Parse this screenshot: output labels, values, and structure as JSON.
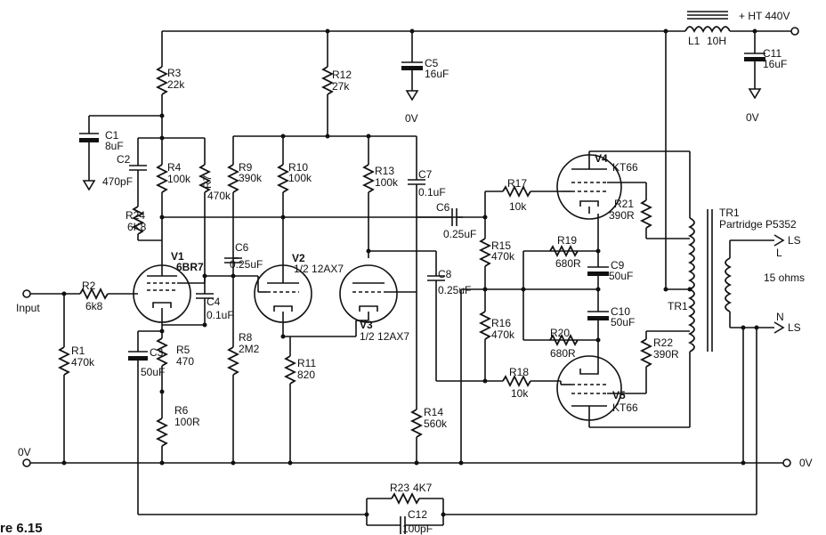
{
  "figure_label": "re 6.15",
  "supply": {
    "ht_label": "+ HT 440V",
    "choke_ref": "L1",
    "choke_value": "10H",
    "zero_v": "0V"
  },
  "terminals": {
    "input": "Input",
    "left_0v": "0V",
    "right_0v": "0V",
    "ls_plus": "LS",
    "ls_plus_mark": "L",
    "ls_minus": "LS",
    "ls_minus_mark": "N",
    "impedance": "15 ohms"
  },
  "resistors": [
    {
      "ref": "R1",
      "value": "470k"
    },
    {
      "ref": "R2",
      "value": "6k8"
    },
    {
      "ref": "R3",
      "value": "22k"
    },
    {
      "ref": "R4",
      "value": "100k"
    },
    {
      "ref": "R5",
      "value": "470"
    },
    {
      "ref": "R6",
      "value": "100R"
    },
    {
      "ref": "R7",
      "value": "470k"
    },
    {
      "ref": "R8",
      "value": "2M2"
    },
    {
      "ref": "R9",
      "value": "390k"
    },
    {
      "ref": "R10",
      "value": "100k"
    },
    {
      "ref": "R11",
      "value": "820"
    },
    {
      "ref": "R12",
      "value": "27k"
    },
    {
      "ref": "R13",
      "value": "100k"
    },
    {
      "ref": "R14",
      "value": "560k"
    },
    {
      "ref": "R15",
      "value": "470k"
    },
    {
      "ref": "R16",
      "value": "470k"
    },
    {
      "ref": "R17",
      "value": "10k"
    },
    {
      "ref": "R18",
      "value": "10k"
    },
    {
      "ref": "R19",
      "value": "680R"
    },
    {
      "ref": "R20",
      "value": "680R"
    },
    {
      "ref": "R21",
      "value": "390R"
    },
    {
      "ref": "R22",
      "value": "390R"
    },
    {
      "ref": "R23",
      "value": "4K7"
    },
    {
      "ref": "R24",
      "value": "6K8"
    }
  ],
  "capacitors": [
    {
      "ref": "C1",
      "value": "8uF"
    },
    {
      "ref": "C2",
      "value": "470pF"
    },
    {
      "ref": "C3",
      "value": "50uF"
    },
    {
      "ref": "C4",
      "value": "0.1uF"
    },
    {
      "ref": "C5",
      "value": "16uF"
    },
    {
      "ref": "C6",
      "value": "0.25uF"
    },
    {
      "ref": "C6",
      "value": "0.25uF"
    },
    {
      "ref": "C7",
      "value": "0.1uF"
    },
    {
      "ref": "C8",
      "value": "0.25uF"
    },
    {
      "ref": "C9",
      "value": "50uF"
    },
    {
      "ref": "C10",
      "value": "50uF"
    },
    {
      "ref": "C11",
      "value": "16uF"
    },
    {
      "ref": "C12",
      "value": "100pF"
    }
  ],
  "valves": [
    {
      "ref": "V1",
      "type": "6BR7"
    },
    {
      "ref": "V2",
      "type": "1/2 12AX7"
    },
    {
      "ref": "V3",
      "type": "1/2 12AX7"
    },
    {
      "ref": "V4",
      "type": "KT66"
    },
    {
      "ref": "V5",
      "type": "KT66"
    }
  ],
  "transformer": {
    "ref": "TR1",
    "ref_lower": "TR1",
    "name": "Partridge P5352"
  }
}
